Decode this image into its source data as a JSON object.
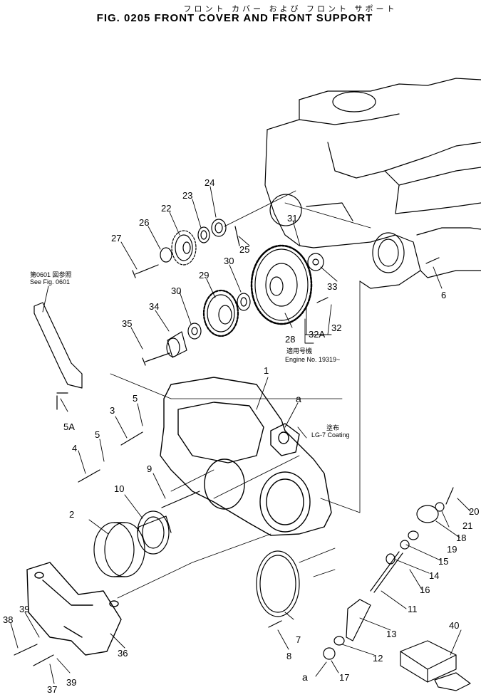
{
  "title": {
    "jp": "フロント カバー および フロント サポート",
    "en": "FIG. 0205  FRONT COVER AND FRONT SUPPORT"
  },
  "notes": {
    "see_fig_jp": "第0601 図参照",
    "see_fig_en": "See Fig. 0601",
    "coating_jp": "塗布",
    "coating_en": "LG-7 Coating",
    "engine_jp": "適用号機",
    "engine_en": "Engine No. 19319~"
  },
  "labels": [
    "1",
    "2",
    "3",
    "4",
    "5",
    "5",
    "5A",
    "6",
    "7",
    "8",
    "9",
    "10",
    "11",
    "12",
    "13",
    "14",
    "15",
    "16",
    "17",
    "18",
    "19",
    "20",
    "21",
    "22",
    "23",
    "24",
    "25",
    "26",
    "27",
    "28",
    "29",
    "30",
    "30",
    "31",
    "32",
    "32A",
    "33",
    "34",
    "35",
    "36",
    "37",
    "38",
    "39",
    "39",
    "40",
    "a",
    "a"
  ]
}
